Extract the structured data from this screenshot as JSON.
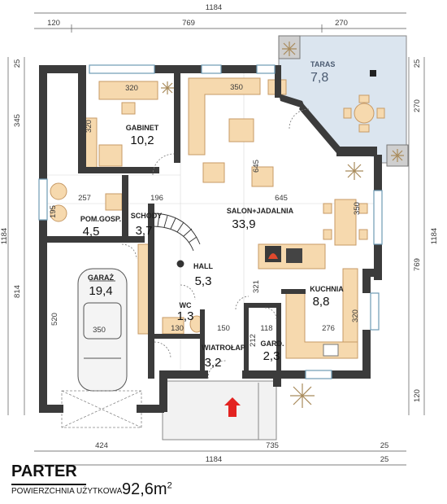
{
  "plan": {
    "title": "PARTER",
    "subtitle": "POWIERZCHNIA UŻYTKOWA",
    "total_area": "92,6m",
    "total_area_unit_sup": "2"
  },
  "rooms": [
    {
      "id": "taras",
      "name": "TARAS",
      "area": "7,8"
    },
    {
      "id": "gabinet",
      "name": "GABINET",
      "area": "10,2"
    },
    {
      "id": "salon",
      "name": "SALON+JADALNIA",
      "area": "33,9"
    },
    {
      "id": "pomgosp",
      "name": "POM.GOSP.",
      "area": "4,5"
    },
    {
      "id": "schody",
      "name": "SCHODY",
      "area": "3,7"
    },
    {
      "id": "garaz",
      "name": "GARAŻ",
      "area": "19,4"
    },
    {
      "id": "hall",
      "name": "HALL",
      "area": "5,3"
    },
    {
      "id": "wc",
      "name": "WC",
      "area": "1,3"
    },
    {
      "id": "kuchnia",
      "name": "KUCHNIA",
      "area": "8,8"
    },
    {
      "id": "wiatrolap",
      "name": "WIATROŁAP",
      "area": "3,2"
    },
    {
      "id": "gard",
      "name": "GARD.",
      "area": "2,3"
    }
  ],
  "dimensions": {
    "top_total": "1184",
    "top_a": "120",
    "top_b": "769",
    "top_c": "270",
    "left_a": "25",
    "left_b": "345",
    "left_c": "1184",
    "left_d": "814",
    "left_e": "195",
    "left_f": "520",
    "right_a": "25",
    "right_b": "270",
    "right_c": "1184",
    "right_d": "769",
    "right_e": "120",
    "bottom_a": "424",
    "bottom_b": "735",
    "bottom_c": "25",
    "bottom_total": "1184",
    "bottom_d": "25",
    "in_320_gab": "320",
    "in_320_gab_v": "320",
    "in_350_salon": "350",
    "in_645_v": "645",
    "in_645_h": "645",
    "in_257": "257",
    "in_196": "196",
    "in_350_right": "350",
    "in_321": "321",
    "in_118": "118",
    "in_276": "276",
    "in_320_kitchen": "320",
    "in_150": "150",
    "in_130": "130",
    "in_212": "212",
    "in_350_garage": "350"
  }
}
